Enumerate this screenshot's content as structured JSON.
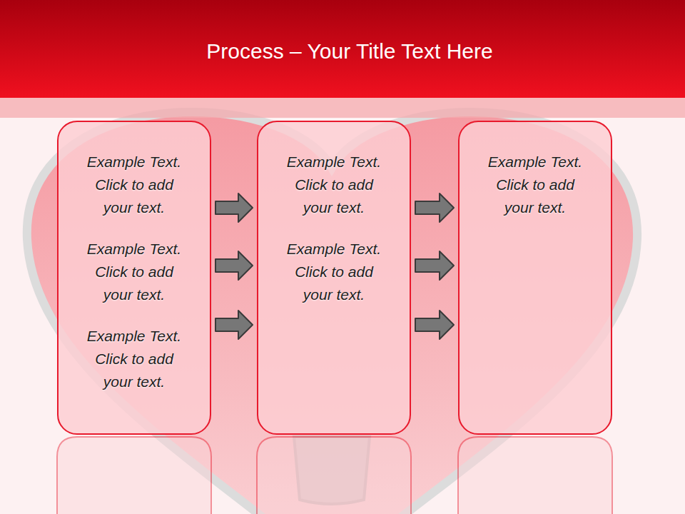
{
  "diagram": {
    "title": "Process – Your Title Text Here",
    "nodes": [
      {
        "text": [
          "Example Text. Click to add your text.",
          "Example Text. Click to add your text.",
          "Example Text. Click to add your text."
        ]
      },
      {
        "text": [
          "Example Text. Click to add your text.",
          "Example Text. Click to add your text."
        ]
      },
      {
        "text": [
          "Example Text. Click to add your text."
        ]
      }
    ],
    "edges": [
      {
        "from": 0,
        "to": 1,
        "arrow": "to"
      },
      {
        "from": 0,
        "to": 1,
        "arrow": "to"
      },
      {
        "from": 0,
        "to": 1,
        "arrow": "to"
      },
      {
        "from": 1,
        "to": 2,
        "arrow": "to"
      },
      {
        "from": 1,
        "to": 2,
        "arrow": "to"
      },
      {
        "from": 1,
        "to": 2,
        "arrow": "to"
      }
    ]
  }
}
